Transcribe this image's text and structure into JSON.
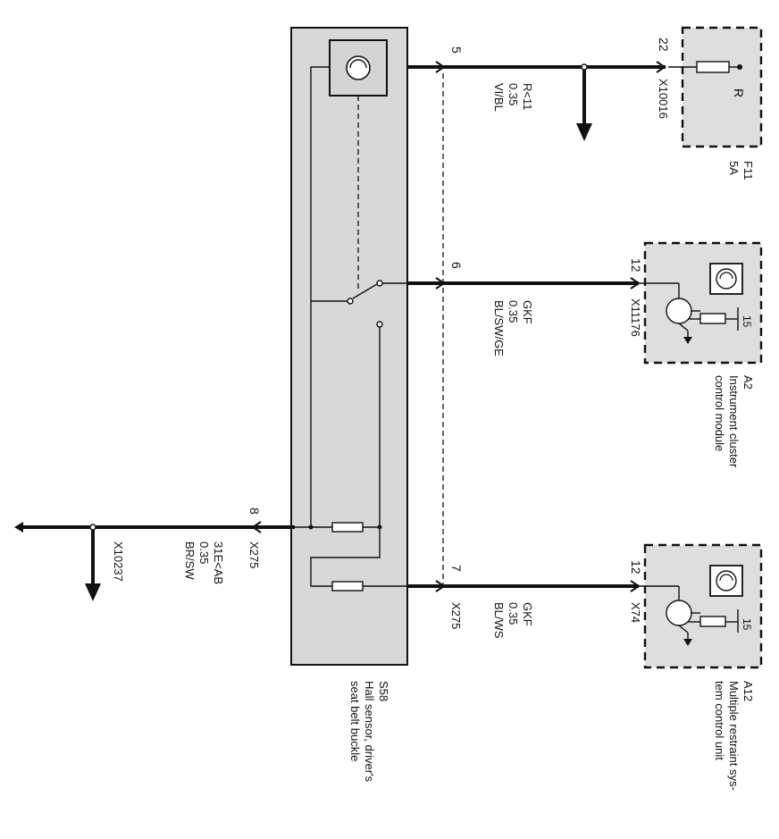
{
  "sensor": {
    "code": "S58",
    "name_line1": "Hall sensor, driver's",
    "name_line2": "seat belt buckle"
  },
  "fuse": {
    "code": "F11",
    "rating": "5A",
    "terminal": "R",
    "pin": "22",
    "connector": "X10016"
  },
  "instrument": {
    "code": "A2",
    "name_line1": "Instrument cluster",
    "name_line2": "control module",
    "pin": "12",
    "connector": "X11176",
    "inner_pin": "15"
  },
  "restraint": {
    "code": "A12",
    "name_line1": "Multiple restraint sys-",
    "name_line2": "tem control unit",
    "pin": "12",
    "connector": "X74",
    "inner_pin": "15"
  },
  "wire5": {
    "pin": "5",
    "signal": "R<11",
    "gauge": "0.35",
    "color": "VI/BL"
  },
  "wire6": {
    "pin": "6",
    "signal": "GKF",
    "gauge": "0.35",
    "color": "BL/SW/GE"
  },
  "wire7": {
    "pin": "7",
    "connector": "X275",
    "signal": "GKF",
    "gauge": "0.35",
    "color": "BL/WS"
  },
  "wire8": {
    "pin": "8",
    "connector": "X275",
    "signal": "31E<AB",
    "gauge": "0.35",
    "color": "BR/SW"
  },
  "ground": {
    "connector": "X10237"
  }
}
